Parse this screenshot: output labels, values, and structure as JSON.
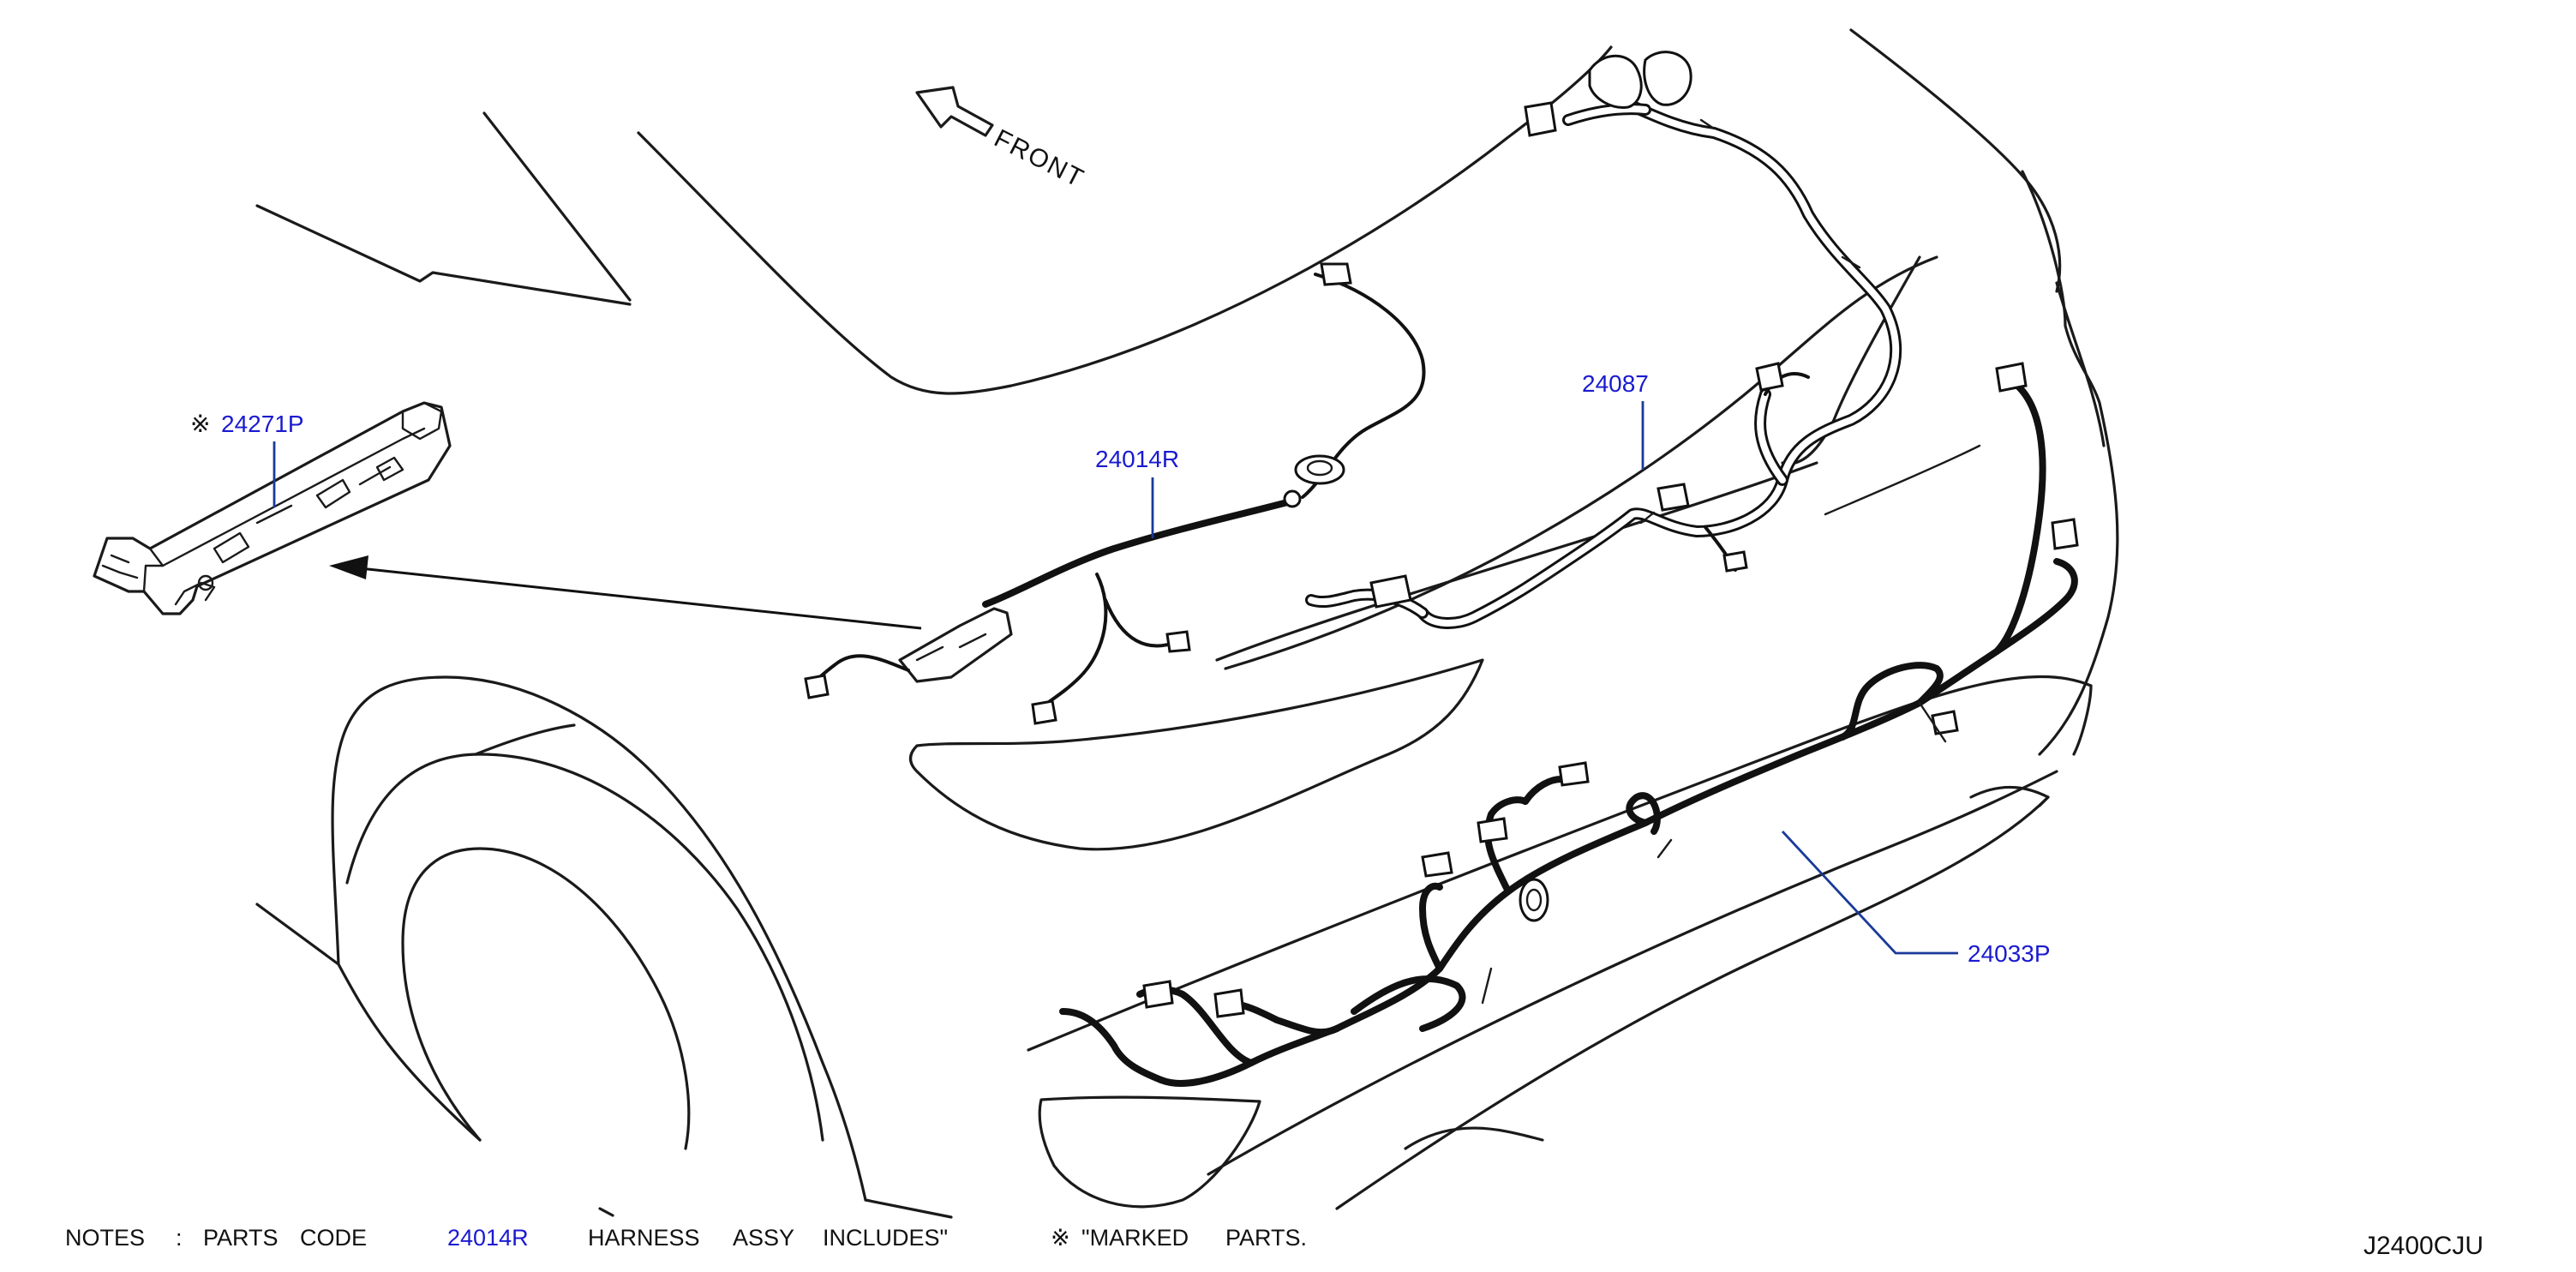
{
  "direction": {
    "label": "FRONT"
  },
  "parts": [
    {
      "marked": true,
      "mark_symbol": "※",
      "code": "24271P"
    },
    {
      "marked": false,
      "code": "24014R"
    },
    {
      "marked": false,
      "code": "24087"
    },
    {
      "marked": false,
      "code": "24033P"
    }
  ],
  "notes": {
    "prefix": "NOTES",
    "separator": ":",
    "text_1": "PARTS",
    "text_2": "CODE",
    "code": "24014R",
    "text_3": "HARNESS",
    "text_4": "ASSY",
    "text_5": "INCLUDES\"",
    "mark_symbol": "※",
    "text_6": "\"MARKED",
    "text_7": "PARTS."
  },
  "diagram_id": "J2400CJU",
  "colors": {
    "part_label": "#1a1ad0",
    "leader_line": "#1a3a9a",
    "line_art": "#111111"
  }
}
